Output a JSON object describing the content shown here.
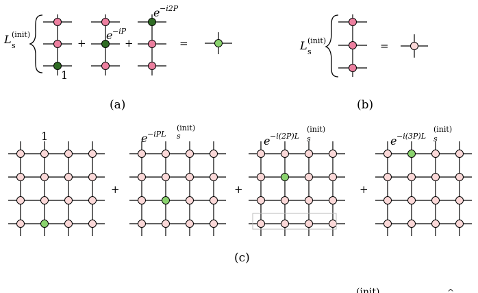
{
  "colors": {
    "node_default": "#fbd8d8",
    "node_pink": "#ec7f9f",
    "node_dark_green": "#2f6b23",
    "node_light_green": "#8ad36e",
    "stroke": "#000000",
    "box": "#bbbbbb"
  },
  "panel_a": {
    "caption": "(a)",
    "L_main": "L",
    "L_sub": "s",
    "L_sup": "(init)",
    "coeffs": [
      {
        "base": "1",
        "sup": ""
      },
      {
        "base": "e",
        "sup": "−iP"
      },
      {
        "base": "e",
        "sup": "−i2P"
      }
    ],
    "plus1": "+",
    "plus2": "+",
    "equals": "="
  },
  "panel_b": {
    "caption": "(b)",
    "L_main": "L",
    "L_sub": "s",
    "L_sup": "(init)",
    "equals": "="
  },
  "panel_c": {
    "caption": "(c)",
    "plus1": "+",
    "plus2": "+",
    "plus3": "+",
    "coeffs": [
      {
        "base": "1",
        "sup": ""
      },
      {
        "base": "e",
        "sup": "−iPL",
        "sup_sub": "s",
        "sup_sup": "(init)"
      },
      {
        "base": "e",
        "sup": "−i(2P)L",
        "sup_sub": "s",
        "sup_sup": "(init)"
      },
      {
        "base": "e",
        "sup": "−i(3P)L",
        "sup_sub": "s",
        "sup_sup": "(init)"
      }
    ]
  },
  "footer_fragment": {
    "text": "(init)",
    "hat": "^"
  }
}
